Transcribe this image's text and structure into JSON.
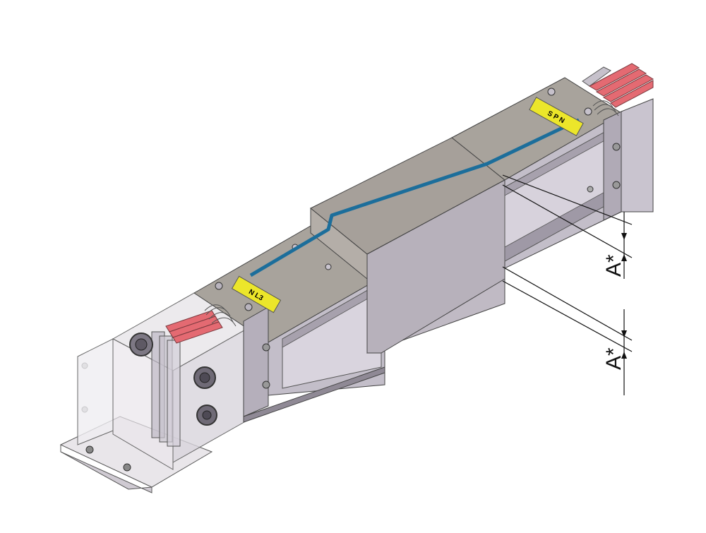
{
  "figure": {
    "description_type": "isometric busbar trunking section with dimension callouts",
    "colors": {
      "housing_light": "#d8d2d8",
      "housing_mid": "#b9b3bd",
      "housing_dark": "#9d97a3",
      "top_face": "#a8a39c",
      "joint_block_top": "#a6a09a",
      "stripe": "#1c6e9b",
      "label_yellow": "#ece62a",
      "copper_bars": "#e46a72",
      "outline": "#444444"
    }
  },
  "dimensions": {
    "upper_label": "A*",
    "lower_label": "A*"
  },
  "phase_labels": {
    "right_label": "S P N",
    "left_label": "N L3"
  }
}
